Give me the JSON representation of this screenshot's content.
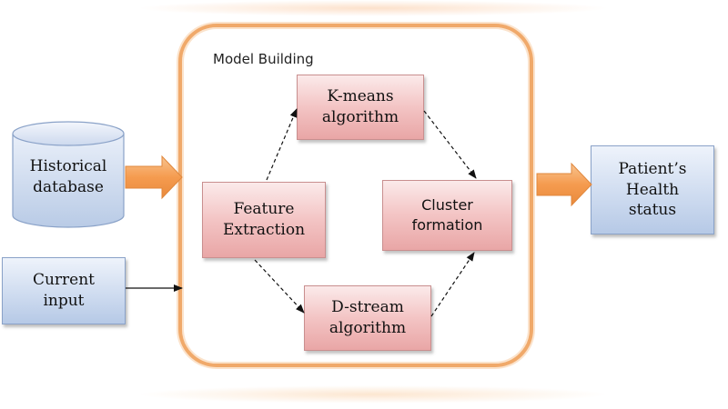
{
  "diagram": {
    "container_title": "Model Building",
    "nodes": {
      "historical_database": "Historical\ndatabase",
      "current_input": "Current\ninput",
      "feature_extraction": "Feature\nExtraction",
      "kmeans": "K-means\nalgorithm",
      "dstream": "D-stream\nalgorithm",
      "cluster_formation": "Cluster\nformation",
      "patient_health_status": "Patient’s\nHealth\nstatus"
    },
    "colors": {
      "container_border": "#f0a96a",
      "process_box": "#f3c4c4",
      "io_box": "#cfdcf0",
      "big_arrow": "#f5a25a"
    },
    "edges": [
      {
        "from": "historical_database",
        "to": "model_building",
        "style": "block-arrow"
      },
      {
        "from": "current_input",
        "to": "model_building",
        "style": "solid"
      },
      {
        "from": "feature_extraction",
        "to": "kmeans",
        "style": "dashed"
      },
      {
        "from": "feature_extraction",
        "to": "dstream",
        "style": "dashed"
      },
      {
        "from": "kmeans",
        "to": "cluster_formation",
        "style": "dashed"
      },
      {
        "from": "dstream",
        "to": "cluster_formation",
        "style": "dashed"
      },
      {
        "from": "model_building",
        "to": "patient_health_status",
        "style": "block-arrow"
      }
    ]
  }
}
